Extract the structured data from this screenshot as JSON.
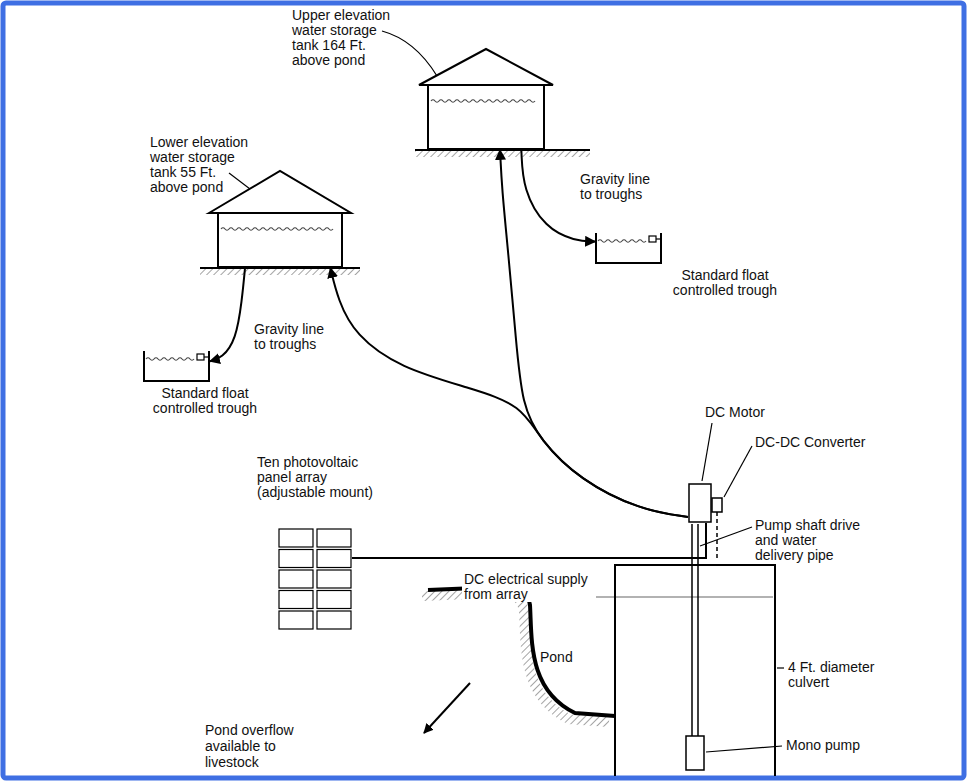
{
  "diagram": {
    "nodes": [
      {
        "text": [
          "Upper elevation water storage tank 164 Ft. above pond"
        ]
      },
      {
        "text": [
          "Lower elevation water storage tank 55 Ft. above pond"
        ]
      },
      {
        "text": [
          "Standard float controlled trough"
        ]
      },
      {
        "text": [
          "Standard float controlled trough"
        ]
      },
      {
        "text": [
          "DC Motor"
        ]
      },
      {
        "text": [
          "Ten photovoltaic panel array (adjustable mount)"
        ]
      }
    ],
    "edges": [
      {
        "from": 4,
        "to": 1,
        "arrow": "to"
      },
      {
        "from": 4,
        "to": 0,
        "arrow": "to"
      },
      {
        "from": 0,
        "to": 2,
        "arrow": "to",
        "label": "Gravity line to troughs"
      },
      {
        "from": 1,
        "to": 3,
        "arrow": "to",
        "label": "Gravity line to troughs"
      },
      {
        "from": 5,
        "to": 4,
        "arrow": "none",
        "label": "DC electrical supply from array"
      }
    ],
    "labels": [
      "DC-DC Converter",
      "Pump shaft drive and water delivery pipe",
      "4 Ft. diameter culvert",
      "Pond",
      "Pond overflow available to livestock",
      "Mono pump"
    ]
  }
}
